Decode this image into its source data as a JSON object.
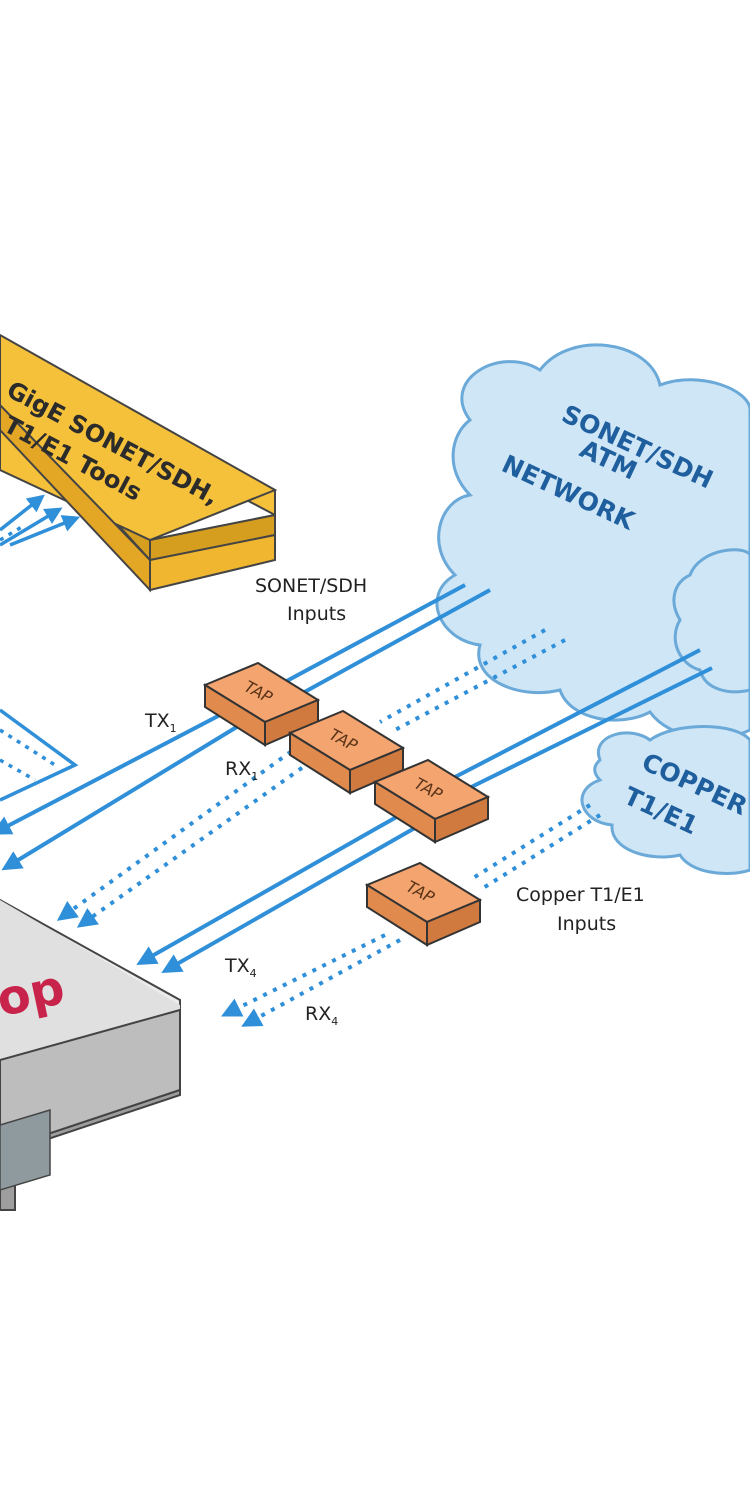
{
  "tools_box": {
    "line1": "GigE SONET/SDH,",
    "line2": "T1/E1 Tools"
  },
  "clouds": {
    "sonet_atm": {
      "line1": "SONET/SDH",
      "line2": "ATM",
      "line3": "NETWORK"
    },
    "copper": {
      "line1": "COPPER",
      "line2": "T1/E1"
    }
  },
  "taps": {
    "tap1": "TAP",
    "tap2": "TAP",
    "tap3": "TAP",
    "tap4": "TAP"
  },
  "labels": {
    "sonet_inputs_1": "SONET/SDH",
    "sonet_inputs_2": "Inputs",
    "copper_inputs_1": "Copper T1/E1",
    "copper_inputs_2": "Inputs",
    "tx1": "TX",
    "tx1_sub": "1",
    "rx1": "RX",
    "rx1_sub": "1",
    "tx4": "TX",
    "tx4_sub": "4",
    "rx4": "RX",
    "rx4_sub": "4"
  },
  "device": {
    "brand": "op"
  },
  "colors": {
    "line_blue": "#2f8fd8",
    "cloud_fill": "#cfe6f7",
    "cloud_stroke": "#6aa9d8",
    "tap_fill": "#f4a46f",
    "tool_fill": "#f5c13b",
    "device_gray": "#d4d4d4",
    "brand_red": "#c8234b"
  }
}
